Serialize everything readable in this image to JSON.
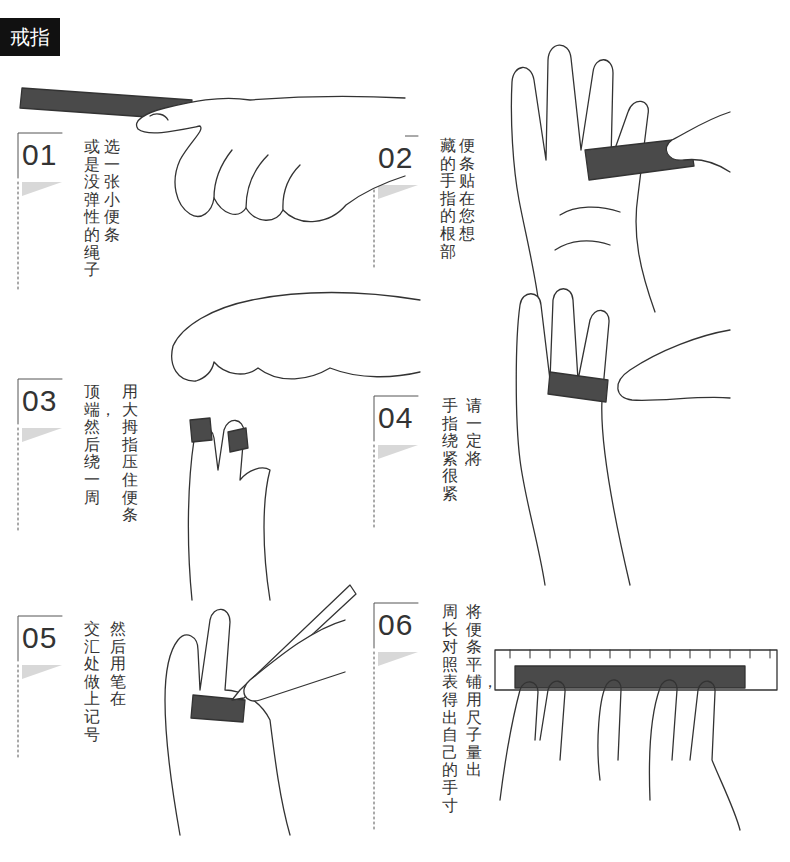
{
  "diagram": {
    "title": "戒指",
    "labels": [
      "01",
      "选一张小便条",
      "或是没弹性的绳子",
      "02",
      "便条贴在您想",
      "藏的手指的根部",
      "03",
      "用大拇指压住便条",
      "顶端，然后绕一周",
      "04",
      "请一定将",
      "手指绕紧，很紧",
      "05",
      "然后用笔在",
      "交汇处做上记号",
      "06",
      "将便条平铺，用尺子量出",
      "周长对照表得出自己的手寸"
    ]
  }
}
